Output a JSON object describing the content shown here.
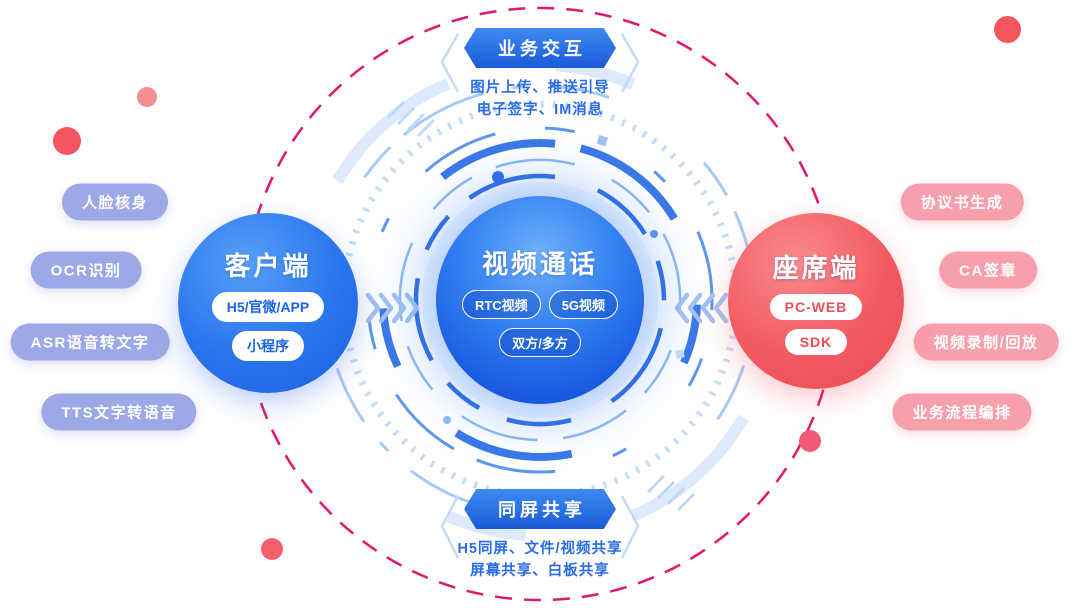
{
  "center": {
    "title": "视频通话",
    "pills": [
      "RTC视频",
      "5G视频",
      "双方/多方"
    ]
  },
  "client": {
    "title": "客户端",
    "pills": [
      "H5/官微/APP",
      "小程序"
    ]
  },
  "agent": {
    "title": "座席端",
    "pills": [
      "PC-WEB",
      "SDK"
    ]
  },
  "top_section": {
    "badge": "业务交互",
    "line1": "图片上传、推送引导",
    "line2": "电子签字、IM消息"
  },
  "bottom_section": {
    "badge": "同屏共享",
    "line1": "H5同屏、文件/视频共享",
    "line2": "屏幕共享、白板共享"
  },
  "left_capabilities": [
    "人脸核身",
    "OCR识别",
    "ASR语音转文字",
    "TTS文字转语音"
  ],
  "right_capabilities": [
    "协议书生成",
    "CA签章",
    "视频录制/回放",
    "业务流程编排"
  ],
  "colors": {
    "primary_blue": "#2268e8",
    "agent_red": "#f2555e",
    "dashed_ring_pink": "#e2156f",
    "lavender_pill": "#9da9e6",
    "pink_pill": "#f79fab",
    "light_ring_blue": "#c4dcf8"
  }
}
